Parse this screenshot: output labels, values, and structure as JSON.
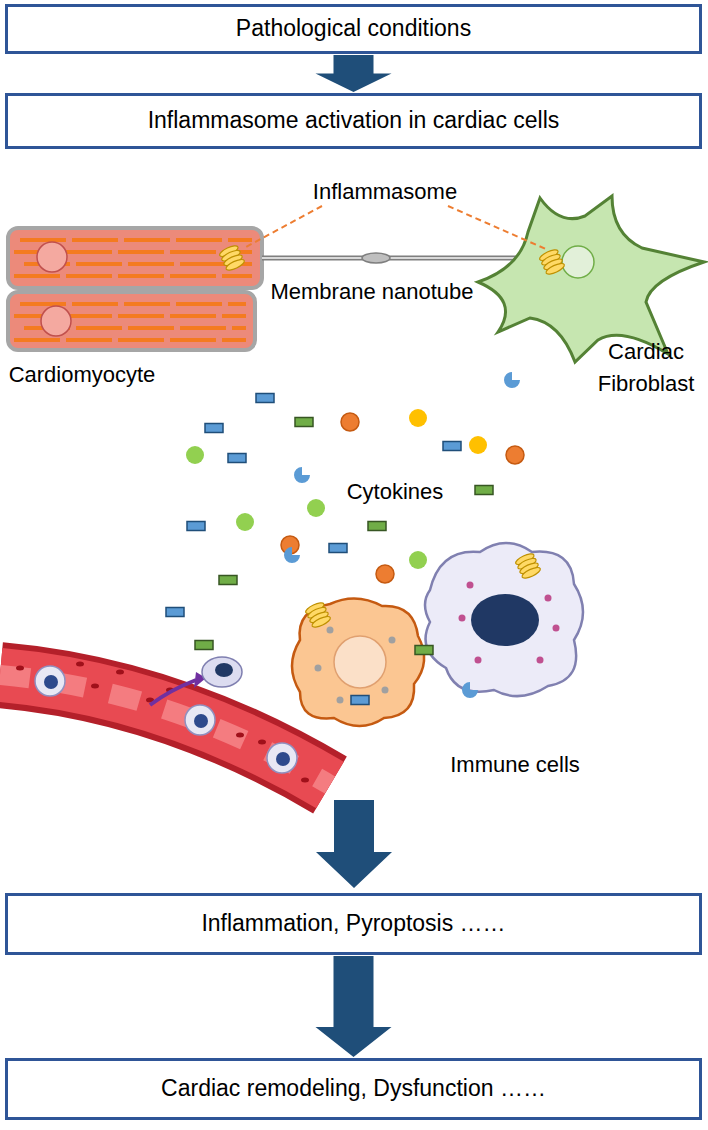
{
  "diagram": {
    "nodes": [
      {
        "text": [
          "Pathological conditions"
        ]
      },
      {
        "text": [
          "Inflammasome activation in cardiac cells"
        ]
      },
      {
        "text": [
          "Inflammation, Pyroptosis ……"
        ]
      },
      {
        "text": [
          "Cardiac remodeling, Dysfunction ……"
        ]
      }
    ],
    "edges": [
      {
        "from": 0,
        "to": 1,
        "arrow": "to"
      },
      {
        "from": 2,
        "to": 3,
        "arrow": "to"
      }
    ],
    "labels": [
      "Inflammasome",
      "Membrane nanotube",
      "Cardiomyocyte",
      "Cardiac Fibroblast",
      "Cytokines",
      "Immune cells"
    ]
  }
}
